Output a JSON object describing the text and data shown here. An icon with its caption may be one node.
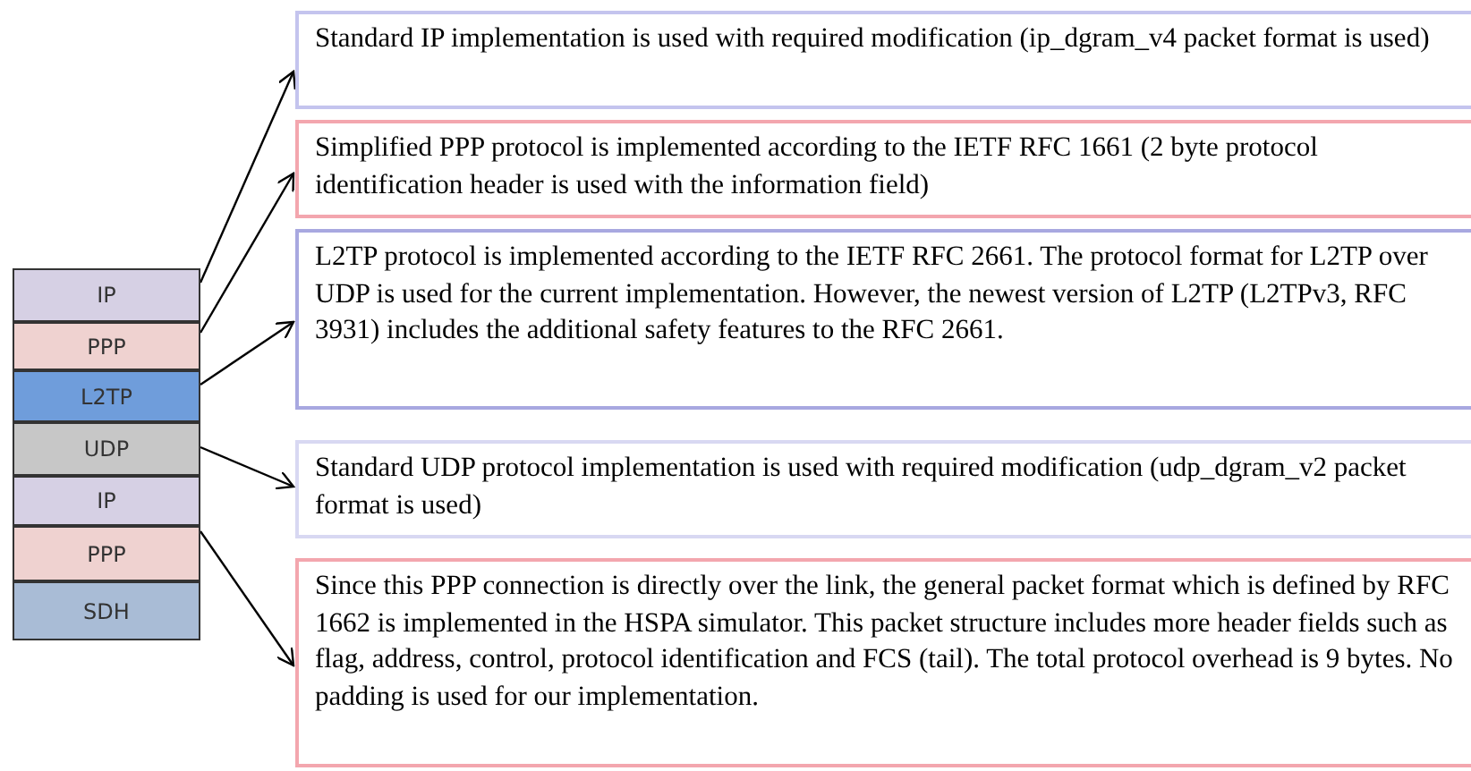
{
  "diagram": {
    "nodes": [
      {
        "text": [
          "IP"
        ]
      },
      {
        "text": [
          "PPP"
        ]
      },
      {
        "text": [
          "L2TP"
        ]
      },
      {
        "text": [
          "UDP"
        ]
      },
      {
        "text": [
          "IP"
        ]
      },
      {
        "text": [
          "PPP"
        ]
      },
      {
        "text": [
          "SDH"
        ]
      },
      {
        "text": [
          "Standard IP implementation is used with required modification (ip_dgram_v4 packet format is used)"
        ]
      },
      {
        "text": [
          "Simplified PPP protocol is implemented according to the IETF RFC 1661 (2 byte protocol identification header is used with the information field)"
        ]
      },
      {
        "text": [
          "L2TP protocol is implemented according to the IETF RFC 2661. The protocol format for L2TP over UDP is used for the current implementation.  However, the newest version of L2TP (L2TPv3, RFC 3931) includes the additional safety features to the RFC 2661."
        ]
      },
      {
        "text": [
          "Standard UDP protocol implementation is used with required modification (udp_dgram_v2 packet format is used)"
        ]
      },
      {
        "text": [
          "Since this PPP connection is directly over the link, the general packet format which is defined by RFC 1662 is implemented in the HSPA simulator. This packet structure includes more header fields such as flag, address, control, protocol identification and FCS (tail). The total protocol overhead is 9 bytes. No padding is used for our implementation."
        ]
      }
    ],
    "edges": [
      {
        "from": 0,
        "to": 7,
        "arrow": "to"
      },
      {
        "from": 1,
        "to": 8,
        "arrow": "to"
      },
      {
        "from": 2,
        "to": 9,
        "arrow": "to"
      },
      {
        "from": 3,
        "to": 10,
        "arrow": "to"
      },
      {
        "from": 5,
        "to": 11,
        "arrow": "to"
      }
    ]
  }
}
